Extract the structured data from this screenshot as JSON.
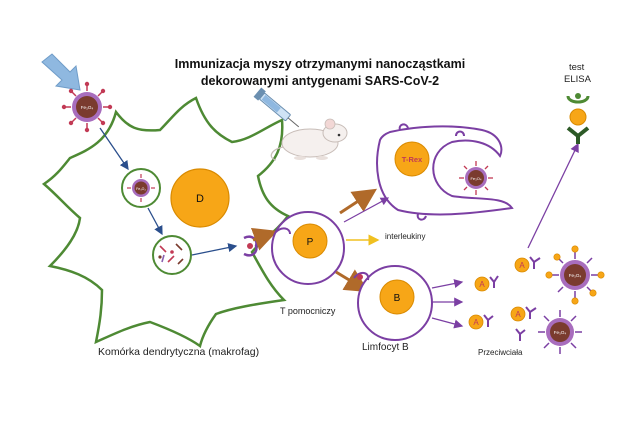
{
  "title": {
    "line1": "Immunizacja myszy otrzymanymi nanocząstkami",
    "line2": "dekorowanymi antygenami SARS-CoV-2"
  },
  "labels": {
    "elisa_test": "test",
    "elisa_name": "ELISA",
    "dendritic_cell": "Komórka dendrytyczna (makrofag)",
    "t_helper": "T pomocniczy",
    "b_cell": "Limfocyt B",
    "interleukins": "interleukiny",
    "antibodies": "Przeciwciała",
    "treg": "T-Rex"
  },
  "cell_letters": {
    "dendritic_nucleus": "D",
    "t_cell_nucleus": "P",
    "b_cell_nucleus": "B",
    "antibody_antigen": "A"
  },
  "particle_label": "Fe₃O₄",
  "colors": {
    "dendritic_outline": "#4e8a34",
    "lymphocyte_outline": "#7b3fa3",
    "nucleus_fill": "#f7a617",
    "nucleus_stroke": "#d98a00",
    "particle_core": "#7a3b2e",
    "arrow_blue": "#2a4e8c",
    "arrow_brown": "#b06a2a",
    "arrow_yellow": "#f0c020",
    "injection_arrow": "#8fb8e0"
  },
  "icons": [
    "injection-arrow-icon",
    "syringe-icon",
    "mouse-icon",
    "elisa-well-icon"
  ]
}
